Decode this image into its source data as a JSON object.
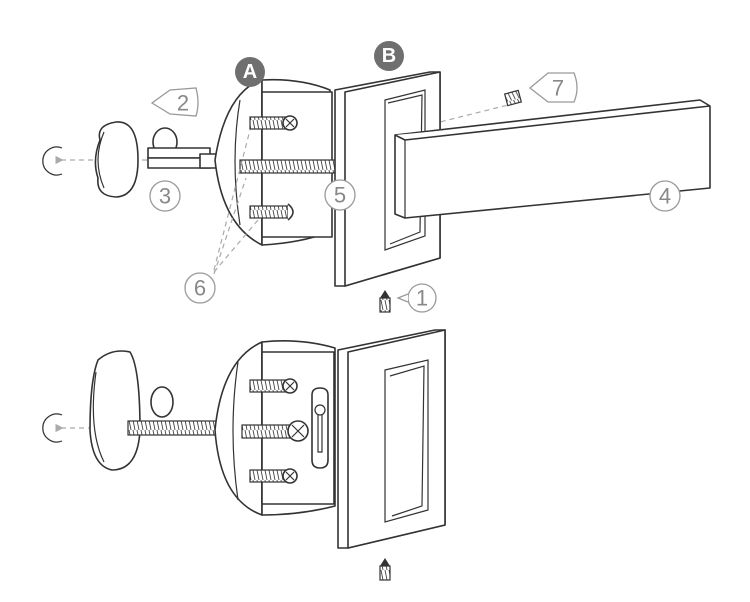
{
  "badges": {
    "a": "A",
    "b": "B"
  },
  "callouts": {
    "c1": "1",
    "c2": "2",
    "c3": "3",
    "c4": "4",
    "c5": "5",
    "c6": "6",
    "c7": "7"
  },
  "colors": {
    "line": "#333333",
    "callout": "#9a9a9a",
    "badge": "#6f6f6f",
    "background": "#ffffff"
  }
}
